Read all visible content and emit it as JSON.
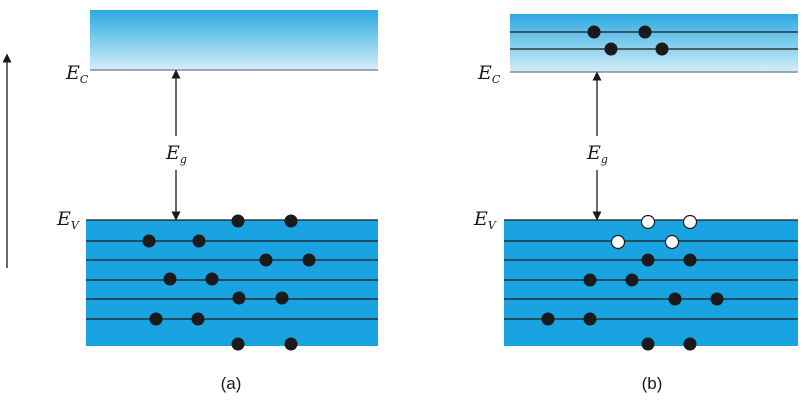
{
  "diagram": {
    "panel_a": {
      "caption": "(a)",
      "ec_label": "E",
      "ec_sub": "C",
      "eg_label": "E",
      "eg_sub": "g",
      "ev_label": "E",
      "ev_sub": "V",
      "conduction_electrons": 0,
      "valence_electrons": 14,
      "holes": 0
    },
    "panel_b": {
      "caption": "(b)",
      "ec_label": "E",
      "ec_sub": "C",
      "eg_label": "E",
      "eg_sub": "g",
      "ev_label": "E",
      "ev_sub": "V",
      "conduction_electrons": 4,
      "valence_electrons": 10,
      "holes": 4
    },
    "colors": {
      "conduction_band_top": "#2aa9e0",
      "conduction_band_bottom": "#d6eef9",
      "valence_band": "#19a4e1",
      "electron": "#1a1a1a",
      "hole": "#ffffff",
      "line": "#1a1a1a"
    }
  }
}
